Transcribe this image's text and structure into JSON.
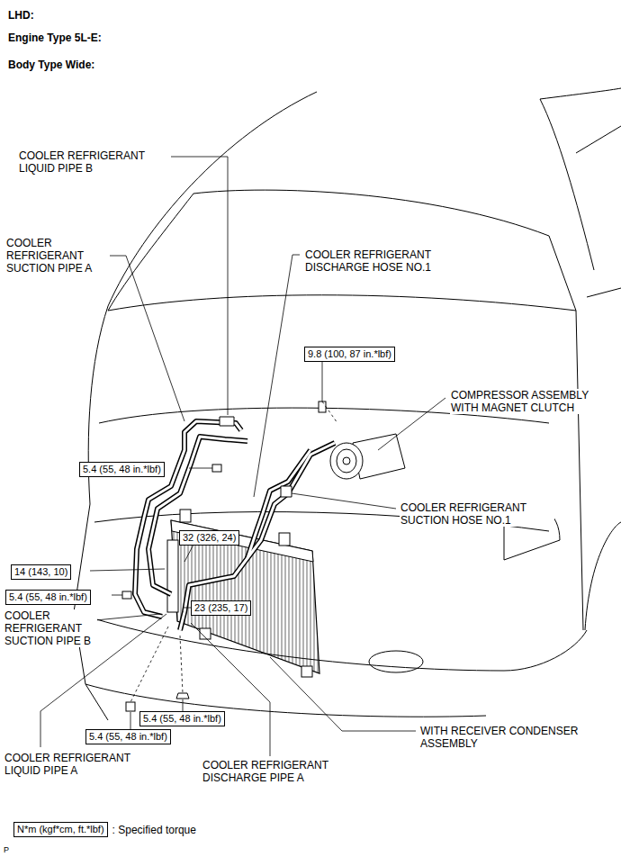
{
  "diagram": {
    "nodes": [
      {
        "text": [
          "9.8 (100, 87 in.*lbf)"
        ]
      },
      {
        "text": [
          "5.4 (55, 48 in.*lbf)"
        ]
      },
      {
        "text": [
          "32 (326, 24)"
        ]
      },
      {
        "text": [
          "14 (143, 10)"
        ]
      },
      {
        "text": [
          "5.4 (55, 48 in.*lbf)"
        ]
      },
      {
        "text": [
          "23 (235, 17)"
        ]
      },
      {
        "text": [
          "5.4 (55, 48 in.*lbf)"
        ]
      },
      {
        "text": [
          "5.4 (55, 48 in.*lbf)"
        ]
      },
      {
        "text": [
          "N*m (kgf*cm, ft.*lbf)"
        ]
      }
    ],
    "labels": [
      "LHD:",
      "Engine Type 5L-E:",
      "Body Type Wide:",
      "COOLER REFRIGERANT LIQUID PIPE B",
      "COOLER REFRIGERANT SUCTION PIPE A",
      "COOLER REFRIGERANT DISCHARGE HOSE NO.1",
      "COMPRESSOR ASSEMBLY WITH MAGNET CLUTCH",
      "COOLER REFRIGERANT SUCTION HOSE NO.1",
      "COOLER REFRIGERANT SUCTION PIPE B",
      "WITH RECEIVER CONDENSER ASSEMBLY",
      "COOLER REFRIGERANT LIQUID PIPE A",
      "COOLER REFRIGERANT DISCHARGE PIPE A",
      ": Specified torque",
      "P"
    ]
  }
}
